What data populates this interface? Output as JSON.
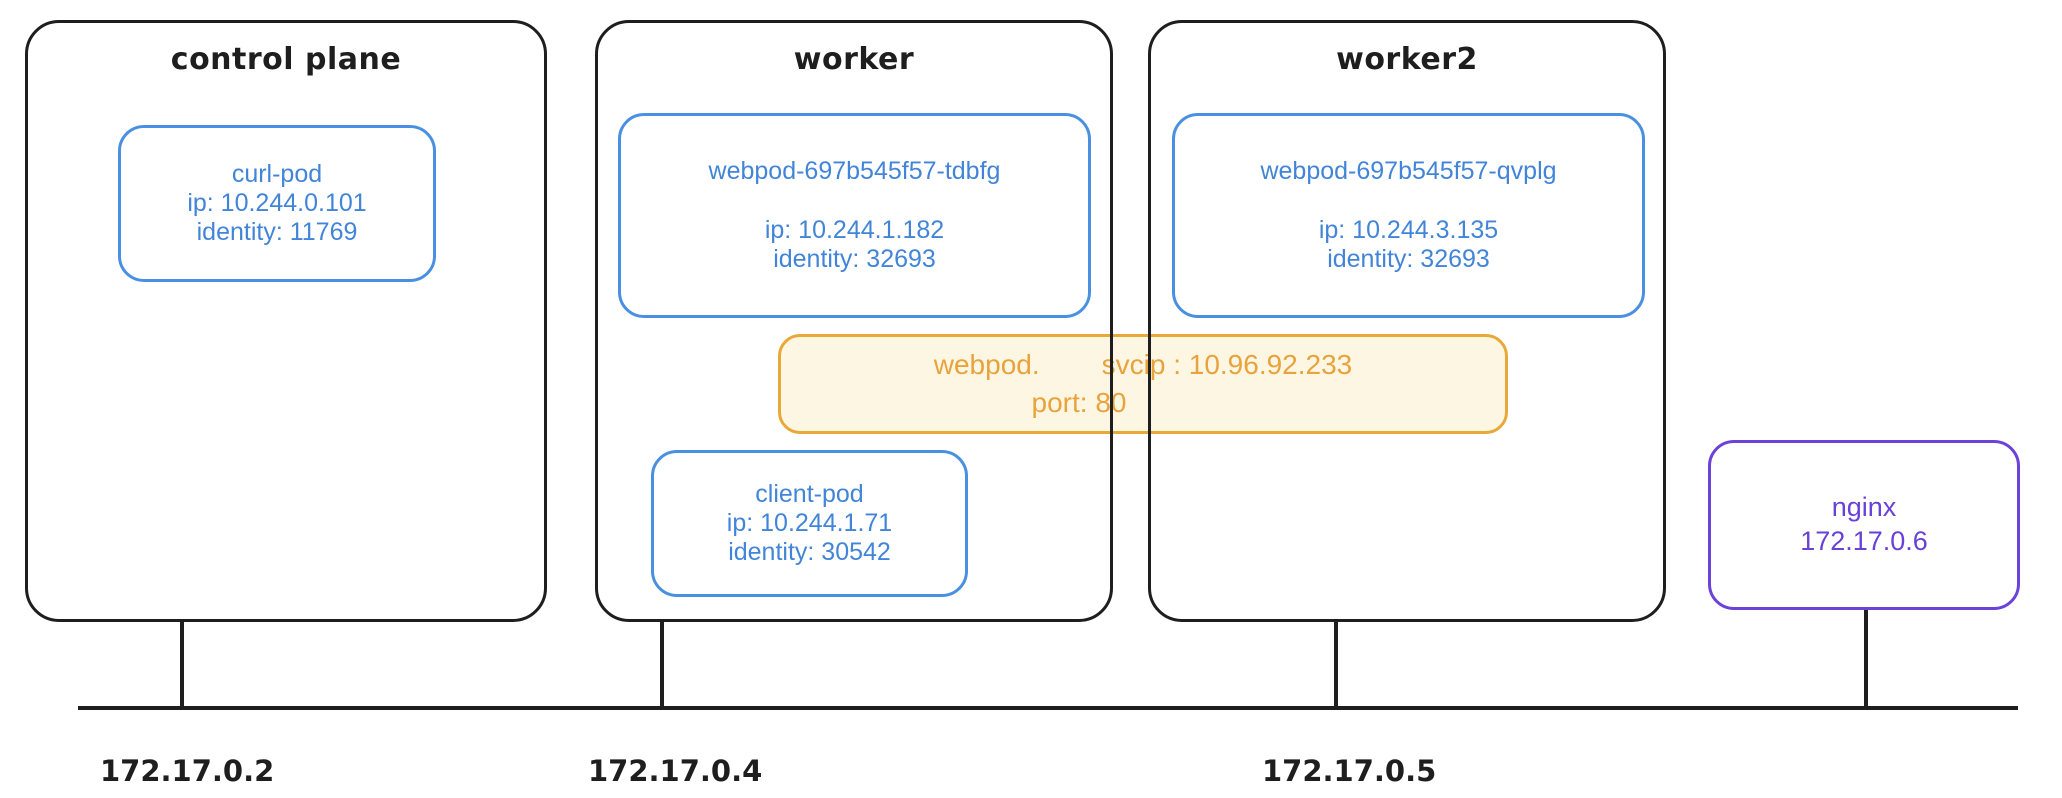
{
  "diagram": {
    "title": "Kubernetes cluster network diagram",
    "colors": {
      "node_border": "#1e1e1e",
      "pod_border": "#4a90e2",
      "pod_text": "#4285d8",
      "service_border": "#e9a83a",
      "service_fill": "#fdf6e3",
      "service_text": "#e8a33d",
      "external_border": "#6c42d9",
      "external_text": "#6941d6",
      "bus_line": "#1e1e1e",
      "background": "#ffffff"
    }
  },
  "nodes": [
    {
      "id": "control-plane",
      "title": "control plane",
      "host_ip": "172.17.0.2",
      "pods": [
        {
          "id": "curl-pod",
          "name": "curl-pod",
          "ip_line": "ip: 10.244.0.101",
          "identity_line": "identity: 11769"
        }
      ]
    },
    {
      "id": "worker",
      "title": "worker",
      "host_ip": "172.17.0.4",
      "pods": [
        {
          "id": "webpod-tdbfg",
          "name": "webpod-697b545f57-tdbfg",
          "ip_line": "ip: 10.244.1.182",
          "identity_line": "identity: 32693"
        },
        {
          "id": "client-pod",
          "name": "client-pod",
          "ip_line": "ip: 10.244.1.71",
          "identity_line": "identity: 30542"
        }
      ]
    },
    {
      "id": "worker2",
      "title": "worker2",
      "host_ip": "172.17.0.5",
      "pods": [
        {
          "id": "webpod-qvplg",
          "name": "webpod-697b545f57-qvplg",
          "ip_line": "ip: 10.244.3.135",
          "identity_line": "identity: 32693"
        }
      ]
    }
  ],
  "service": {
    "id": "webpod-service",
    "label": "webpod.",
    "svcip_line": "svcip : 10.96.92.233",
    "port_line": "port: 80"
  },
  "external": {
    "id": "nginx",
    "name": "nginx",
    "ip": "172.17.0.6"
  },
  "bus_labels": [
    {
      "ip": "172.17.0.2"
    },
    {
      "ip": "172.17.0.4"
    },
    {
      "ip": "172.17.0.5"
    }
  ]
}
